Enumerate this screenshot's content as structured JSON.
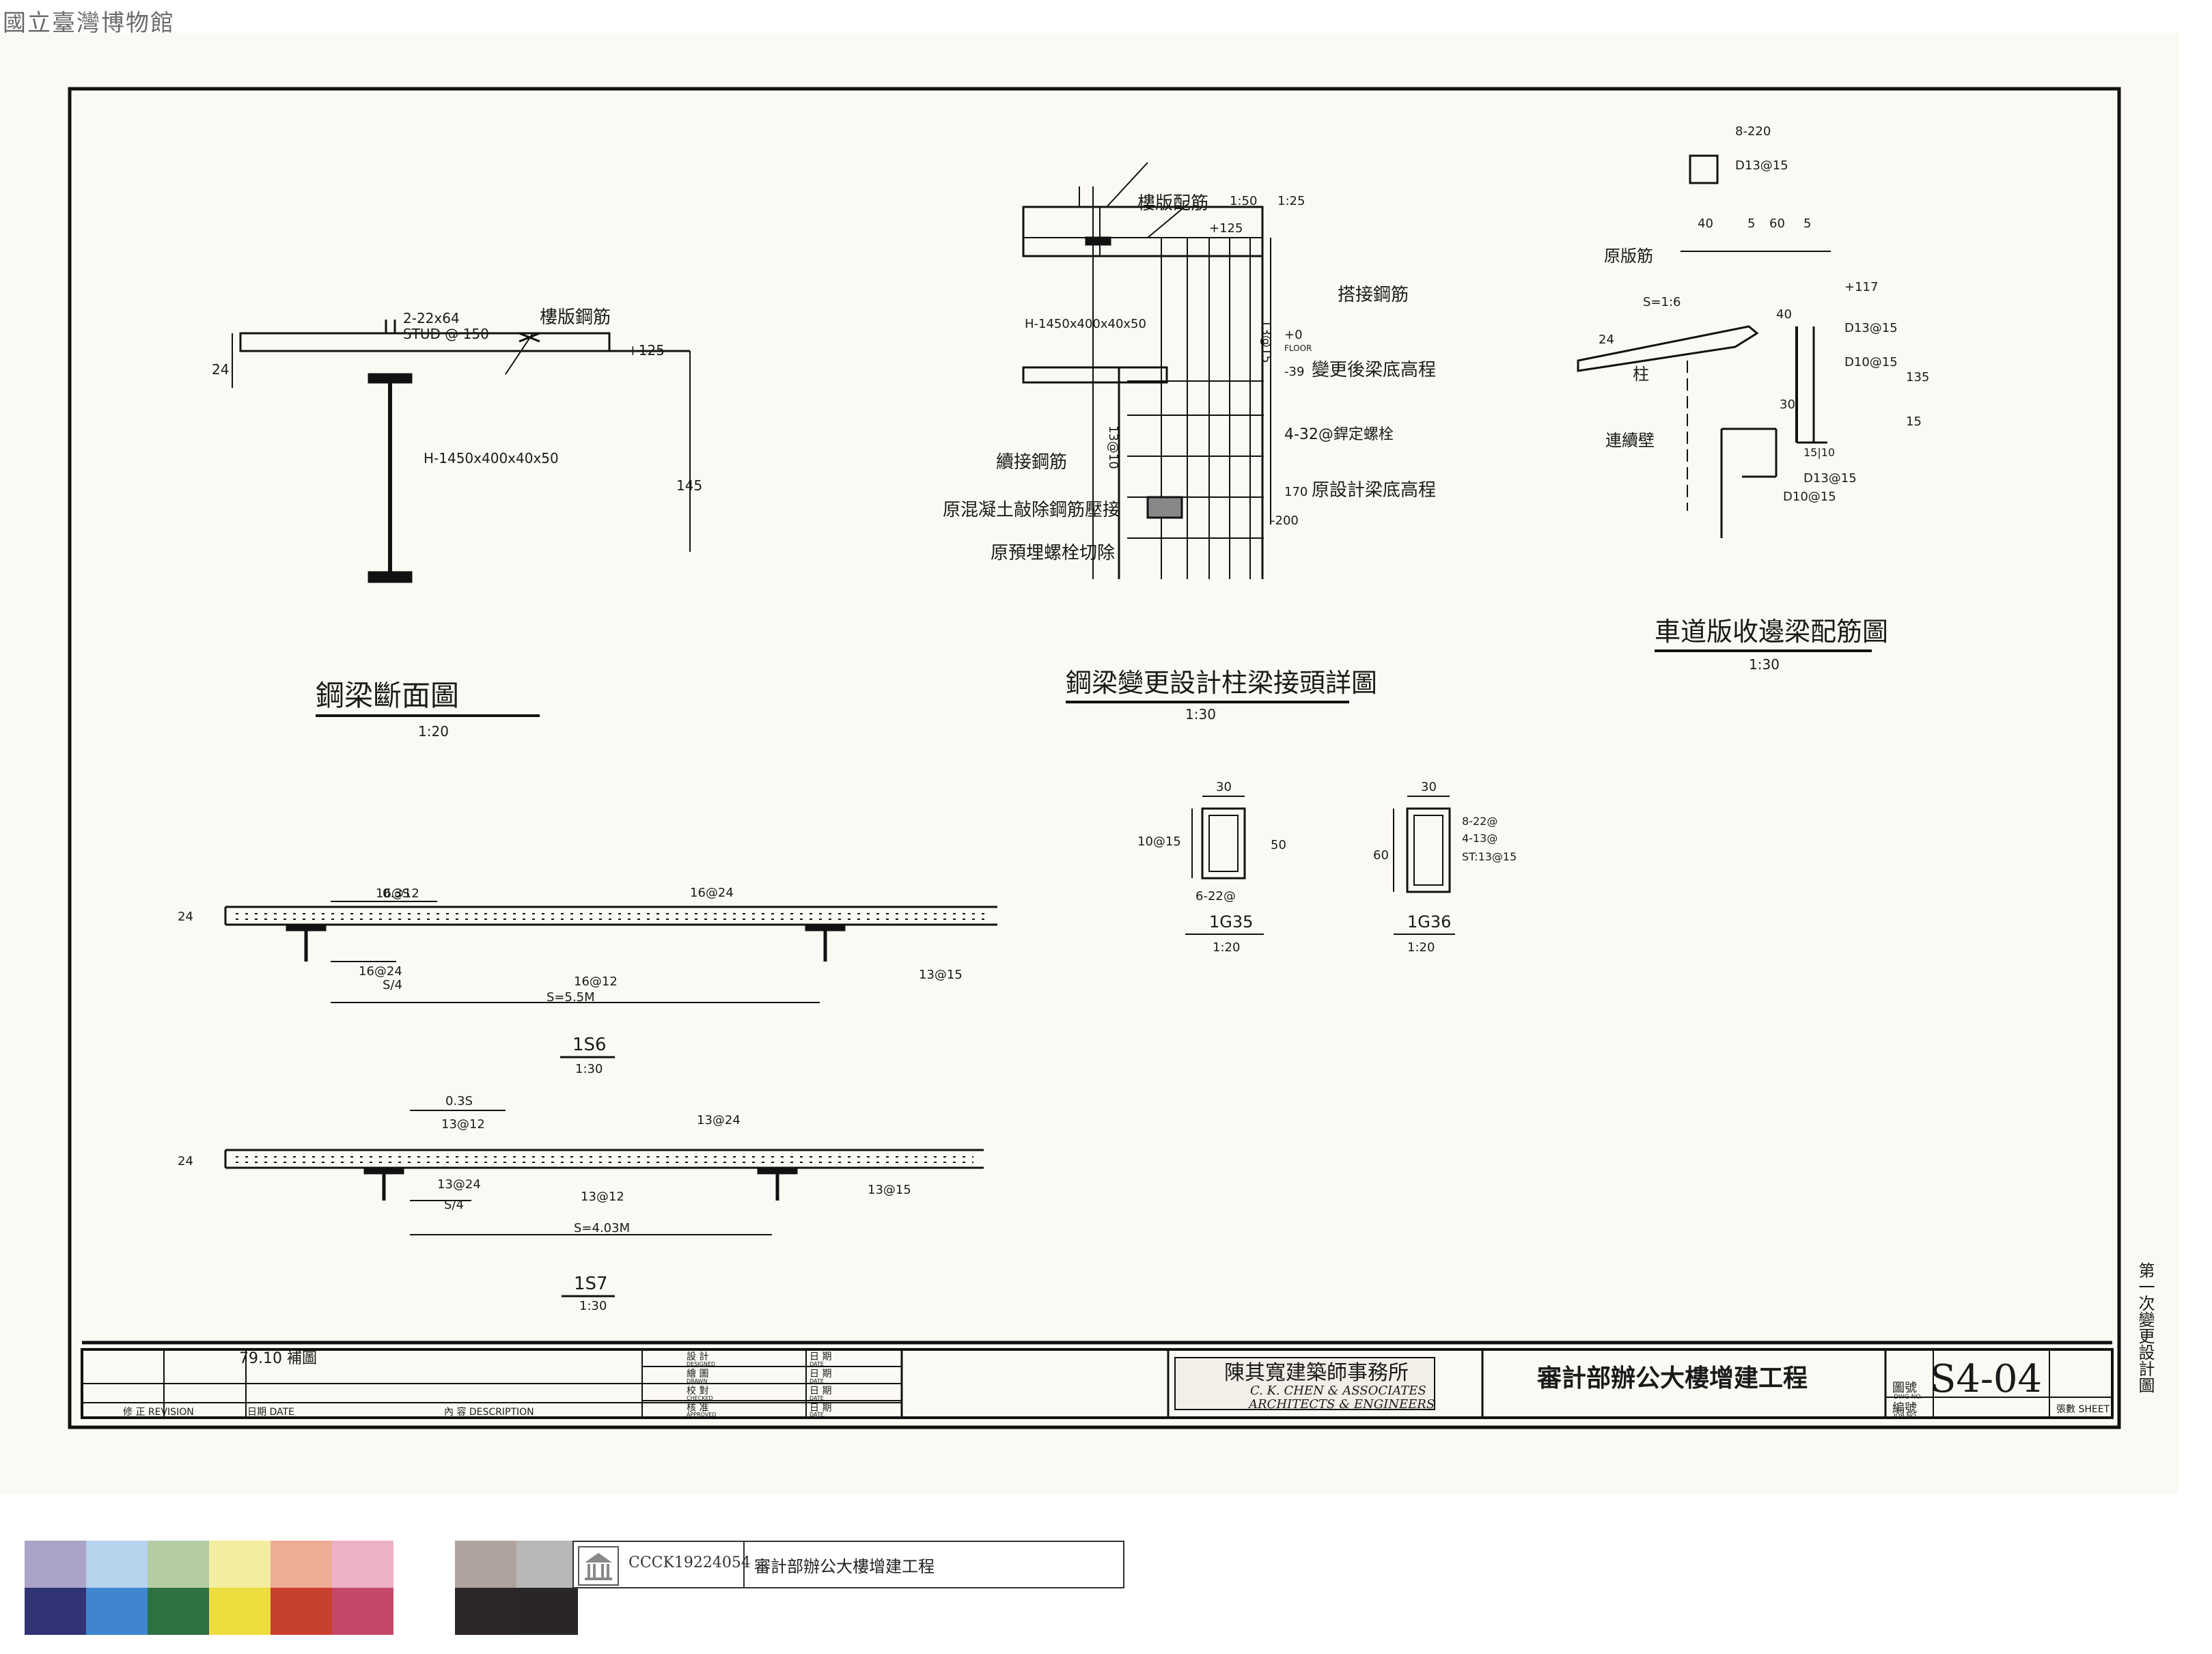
{
  "header": {
    "museum_name": "國立臺灣博物館"
  },
  "drawings": {
    "beam_section": {
      "title": "鋼梁斷面圖",
      "scale": "1:20",
      "studs": "2-22x64",
      "stud_spacing": "STUD @ 150",
      "rebar_label": "樓版鋼筋",
      "level": "+125",
      "section": "H-1450x400x40x50",
      "dim_24": "24",
      "dim_145": "145"
    },
    "joint_detail": {
      "title": "鋼梁變更設計柱梁接頭詳圖",
      "scale": "1:30",
      "slab_rebar": "樓版配筋",
      "s1": "1:50",
      "s2": "1:25",
      "lvl125": "+125",
      "section": "H-1450x400x40x50",
      "splice": "搭接鋼筋",
      "rebar": "13@15",
      "lvl0": "+0",
      "floor": "FLOOR",
      "lvl39": "-39",
      "note39": "變更後梁底高程",
      "rebar10": "13@10",
      "bars": "4-32@銲定螺栓",
      "added": "續接鋼筋",
      "lvl170": "170",
      "note170": "原設計梁底高程",
      "concrete": "原混凝土敲除鋼筋壓接",
      "lvl200": "-200",
      "cut": "原預埋螺栓切除"
    },
    "ramp_detail": {
      "title": "車道版收邊梁配筋圖",
      "scale": "1:30",
      "top": "8-220",
      "top_bar": "D13@15",
      "d40": "40",
      "d5a": "5",
      "d60": "60",
      "d5b": "5",
      "orig_slab": "原版筋",
      "slope": "S=1:6",
      "d24": "24",
      "lvl117": "+117",
      "d40b": "40",
      "r1": "D13@15",
      "d135": "135",
      "r2": "D10@15",
      "column": "柱",
      "d30": "30",
      "d15": "15",
      "wall": "連續壁",
      "d1510": "15|10",
      "r3": "D13@15",
      "r4": "D10@15"
    },
    "sec_1g35": {
      "label": "1G35",
      "scale": "1:20",
      "w": "30",
      "h": "50",
      "side": "10@15",
      "bot": "6-22@"
    },
    "sec_1g36": {
      "label": "1G36",
      "scale": "1:20",
      "w": "30",
      "h": "60",
      "n1": "8-22@",
      "n2": "4-13@",
      "n3": "ST:13@15"
    },
    "slab_1s6": {
      "label": "1S6",
      "scale": "1:30",
      "d03s": "0.3S",
      "r1": "16@12",
      "r2": "16@24",
      "r3": "16@24",
      "r4": "16@12",
      "r5": "13@15",
      "s4": "S/4",
      "span": "S=5.5M",
      "d24": "24"
    },
    "slab_1s7": {
      "label": "1S7",
      "scale": "1:30",
      "d03s": "0.3S",
      "r1": "13@12",
      "r2": "13@24",
      "r3": "13@24",
      "r4": "13@12",
      "r5": "13@15",
      "s4": "S/4",
      "span": "S=4.03M",
      "d24": "24"
    }
  },
  "title_block": {
    "rev_date": "79.10",
    "rev_desc": "補圖",
    "col_revision": "修 正 REVISION",
    "col_date": "日期 DATE",
    "col_desc": "內 容 DESCRIPTION",
    "role_design": "設 計",
    "role_design_en": "DESIGNED",
    "role_drawn": "繪 圖",
    "role_drawn_en": "DRAWN",
    "role_checked": "校 對",
    "role_checked_en": "CHECKED",
    "role_approved": "核 准",
    "role_approved_en": "APPROVED",
    "date_label": "日 期",
    "date_en": "DATE",
    "firm_cn": "陳其寬建築師事務所",
    "firm_en1": "C. K. CHEN & ASSOCIATES",
    "firm_en2": "ARCHITECTS & ENGINEERS",
    "project": "審計部辦公大樓增建工程",
    "dwg_no_label": "圖號",
    "dwg_no_en": "DWG NO.",
    "dwg_no": "S4-04",
    "job_no_label": "編號",
    "job_no_en": "JOB NO.",
    "sheet_label": "張數 SHEET",
    "margin_note": "第一次變更設計圖"
  },
  "color_bar": {
    "top": [
      "#aca3c8",
      "#b7d3ee",
      "#b4cca4",
      "#f3eda0",
      "#eeac94",
      "#eeb2c6",
      "#ffffff",
      "#b0a39e",
      "#b8b8b8"
    ],
    "bottom": [
      "#303475",
      "#3f86cf",
      "#2e7244",
      "#eedd3e",
      "#c8402e",
      "#c64868",
      "#ffffff",
      "#2c2628",
      "#2a2628"
    ]
  },
  "archive": {
    "code": "CCCK19224054",
    "title": "審計部辦公大樓增建工程"
  }
}
